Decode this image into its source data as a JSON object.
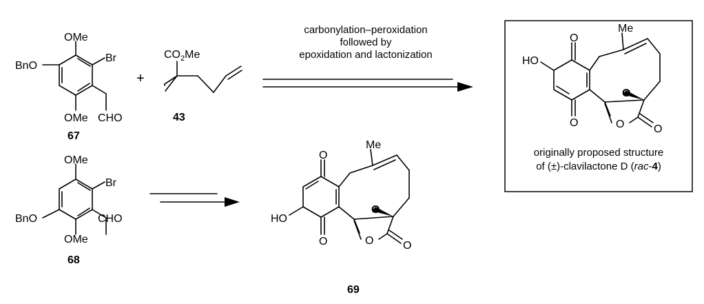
{
  "compounds": {
    "c67": {
      "number": "67",
      "labels": {
        "ome_top": "OMe",
        "br": "Br",
        "bno": "BnO",
        "cho": "CHO",
        "ome_bottom": "OMe"
      }
    },
    "c43": {
      "number": "43",
      "labels": {
        "co2me_main": "CO",
        "co2me_sub": "2",
        "co2me_tail": "Me"
      }
    },
    "c68": {
      "number": "68",
      "labels": {
        "ome_top": "OMe",
        "br": "Br",
        "bno": "BnO",
        "cho": "CHO",
        "ome_bottom": "OMe"
      }
    },
    "c69": {
      "number": "69",
      "labels": {
        "me": "Me",
        "ho": "HO",
        "o_top": "O",
        "o_bottom": "O",
        "o_epox": "O",
        "o_ring": "O",
        "o_carbonyl": "O"
      }
    },
    "rac4": {
      "labels": {
        "me": "Me",
        "ho": "HO",
        "o_top": "O",
        "o_bottom": "O",
        "o_epox": "O",
        "o_ring": "O",
        "o_carbonyl": "O"
      }
    }
  },
  "plus": "+",
  "conditions": {
    "line1": "carbonylation–peroxidation",
    "line2": "followed by",
    "line3": "epoxidation and lactonization"
  },
  "caption": {
    "line1": "originally proposed structure",
    "line2_prefix": "of (±)-clavilactone D (",
    "line2_italic": "rac",
    "line2_dash": "-",
    "line2_bold": "4",
    "line2_suffix": ")"
  }
}
